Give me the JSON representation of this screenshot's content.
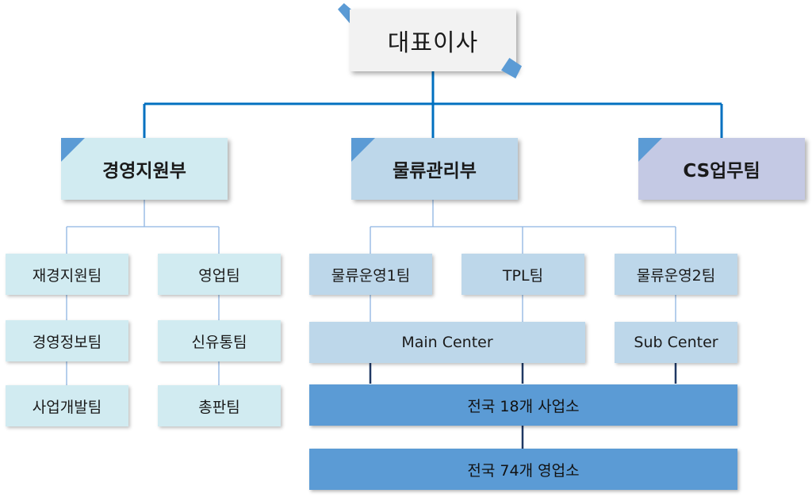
{
  "ceo": {
    "label": "대표이사"
  },
  "departments": [
    {
      "label": "경영지원부"
    },
    {
      "label": "물류관리부"
    },
    {
      "label": "CS업무팀"
    }
  ],
  "management_teams": [
    {
      "label": "재경지원팀"
    },
    {
      "label": "경영정보팀"
    },
    {
      "label": "사업개발팀"
    },
    {
      "label": "영업팀"
    },
    {
      "label": "신유통팀"
    },
    {
      "label": "총판팀"
    }
  ],
  "logistics_teams": [
    {
      "label": "물류운영1팀"
    },
    {
      "label": "TPL팀"
    },
    {
      "label": "물류운영2팀"
    }
  ],
  "centers": [
    {
      "label": "Main Center"
    },
    {
      "label": "Sub Center"
    }
  ],
  "offices": [
    {
      "label": "전국 18개 사업소"
    },
    {
      "label": "전국 74개 영업소"
    }
  ],
  "colors": {
    "accent": "#5b9bd5",
    "connector_main": "#0070c0",
    "connector_light": "#8db4e2",
    "connector_dark": "#1f3864"
  }
}
